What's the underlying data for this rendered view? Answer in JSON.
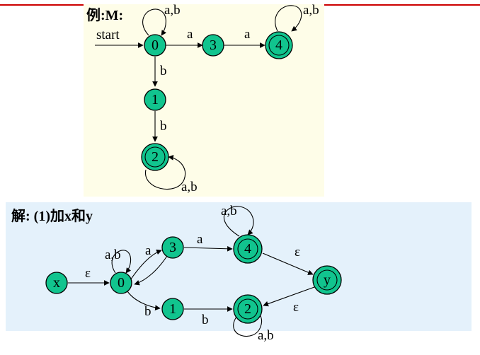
{
  "example": {
    "title": "例:M:",
    "start_label": "start",
    "states": {
      "s0": "0",
      "s1": "1",
      "s2": "2",
      "s3": "3",
      "s4": "4"
    },
    "edge_labels": {
      "loop0": "a,b",
      "e0_3": "a",
      "e3_4": "a",
      "loop4": "a,b",
      "e0_1": "b",
      "e1_2": "b",
      "loop2": "a,b"
    }
  },
  "solution": {
    "title": "解: (1)加x和y",
    "states": {
      "x": "x",
      "s0": "0",
      "s1": "1",
      "s2": "2",
      "s3": "3",
      "s4": "4",
      "y": "y"
    },
    "edge_labels": {
      "x_0": "ε",
      "loop0": "a,b",
      "e0_3": "a",
      "e3_4": "a",
      "loop4": "a,b",
      "e0_1": "b",
      "e1_2": "b",
      "loop2": "a,b",
      "e4_y": "ε",
      "e2_y": "ε"
    }
  },
  "colors": {
    "node_fill": "#11c48e",
    "panel1_bg": "#fefde8",
    "panel2_bg": "#e4f1fb",
    "accent_line": "#cc0000"
  }
}
